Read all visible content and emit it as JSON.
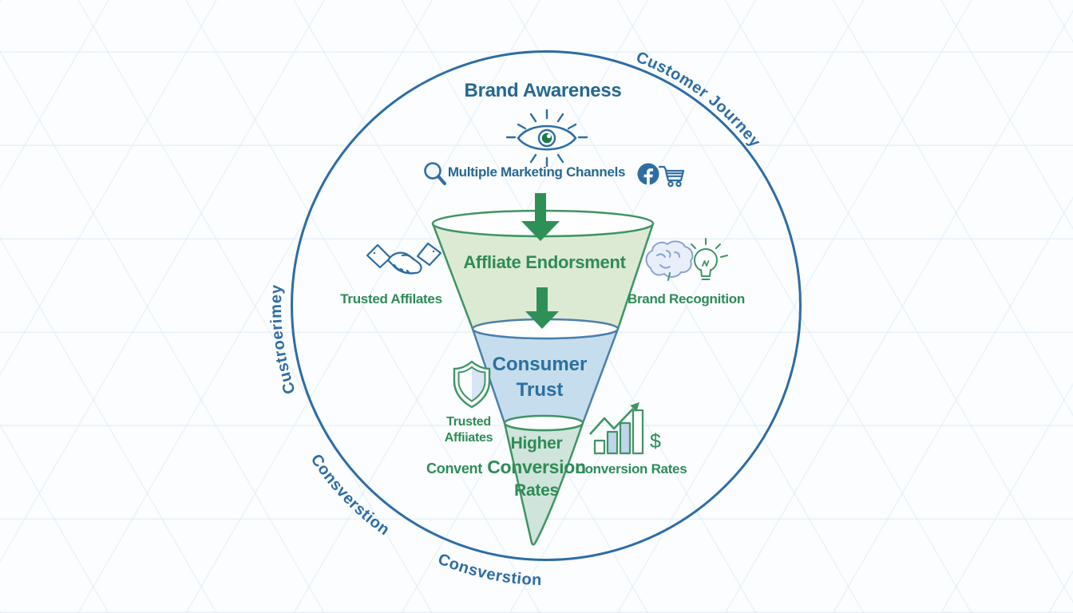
{
  "diagram": {
    "title": "Brand Awareness",
    "subtitle": "Multiple Marketing Channels"
  },
  "funnel": {
    "stage1_label": "Affliate Endorsment",
    "stage2_lines": [
      "Consumer",
      "Trust"
    ],
    "stage3_lines": [
      "Higher",
      "Conversion",
      "Rates"
    ]
  },
  "side_labels": {
    "trusted_affiliates_upper": "Trusted Affilates",
    "brand_recognition": "Brand Recognition",
    "trusted_affiliates_lower": [
      "Trusted",
      "Affiiates"
    ],
    "convent": "Convent",
    "conversion_rates": "Conversion Rates",
    "dollar_sign": "$"
  },
  "arc_labels": {
    "top_right": "Customer Journey",
    "left": "Custroerimey",
    "bottom_left": "Consverstion",
    "bottom_center": "Consverstion"
  },
  "icons": {
    "eye": "eye-icon",
    "magnifier": "magnifier-icon",
    "facebook": "facebook-icon",
    "shopping_cart": "shopping-cart-icon",
    "handshake": "handshake-icon",
    "brain": "brain-icon",
    "lightbulb": "lightbulb-icon",
    "shield": "shield-icon",
    "bar_chart": "growth-chart-icon"
  },
  "colors": {
    "circle_blue": "#2e6ca4",
    "heading_blue": "#26688f",
    "text_green": "#2e8b57",
    "funnel_green_fill": "#dcead3",
    "funnel_blue_fill": "#c5dded",
    "funnel_cone_fill": "#cfe4da",
    "arrow_green": "#2e9057"
  }
}
